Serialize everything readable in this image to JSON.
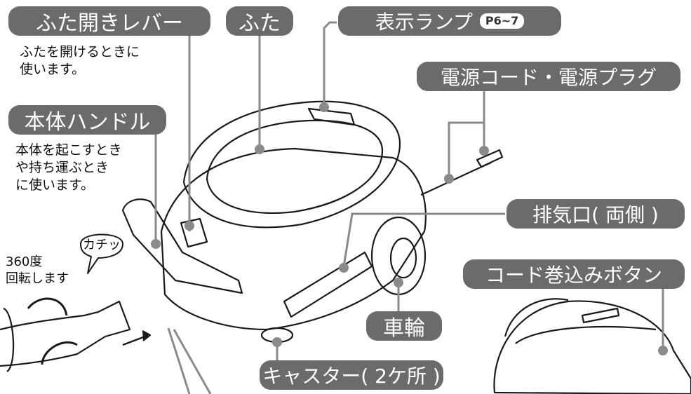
{
  "labels": {
    "lid_lever": "ふた開きレバー",
    "lid": "ふた",
    "indicator_lamp": "表示ランプ",
    "indicator_lamp_ref": "P6~7",
    "power_cord": "電源コード・電源プラグ",
    "body_handle": "本体ハンドル",
    "exhaust": "排気口( 両側 )",
    "cord_rewind_button": "コード巻込みボタン",
    "wheel": "車輪",
    "caster": "キャスター( 2ケ所 )"
  },
  "descriptions": {
    "lid_lever": "ふたを開けるときに\n使います。",
    "body_handle": "本体を起こすとき\nや持ち運ぶとき\nに使います。"
  },
  "callouts": {
    "click_sound": "カチッ",
    "rotation": "360度\n回転します"
  },
  "colors": {
    "label_bg": "#6b6b6b",
    "label_text": "#ffffff",
    "leader_line": "#8a8a8a",
    "outline": "#1a1a1a"
  }
}
